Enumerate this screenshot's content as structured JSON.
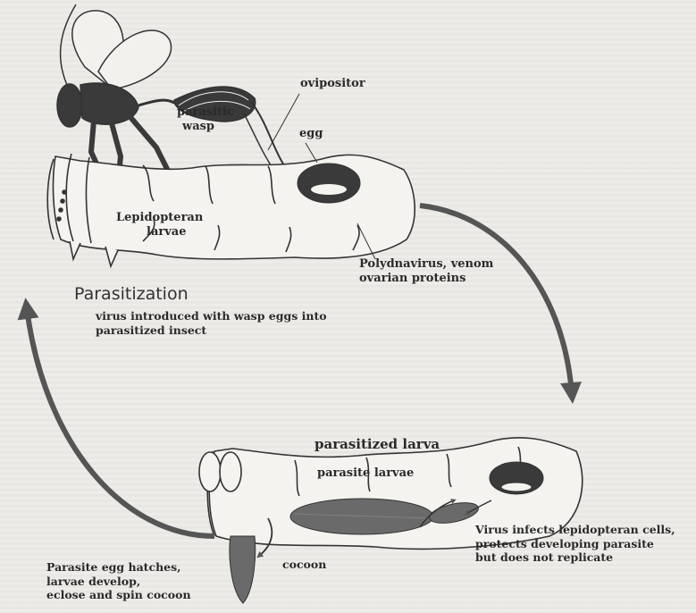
{
  "labels": {
    "ovipositor": "ovipositor",
    "egg": "egg",
    "parasitic_wasp_line1": "parasitic",
    "parasitic_wasp_line2": "wasp",
    "lepidopteran_larvae_line1": "Lepidopteran",
    "lepidopteran_larvae_line2": "larvae",
    "polydnavirus_line1": "Polydnavirus, venom",
    "polydnavirus_line2": "ovarian proteins",
    "parasitization_title": "Parasitization",
    "parasitization_desc_line1": "virus introduced with wasp eggs into",
    "parasitization_desc_line2": "parasitized insect",
    "parasitized_larva": "parasitized larva",
    "parasite_larvae": "parasite larvae",
    "virus_infects_line1": "Virus infects lepidopteran cells,",
    "virus_infects_line2": "protects  developing parasite",
    "virus_infects_line3": "but does not replicate",
    "cocoon": "cocoon",
    "egg_hatches_line1": "Parasite egg hatches,",
    "egg_hatches_line2": "larvae develop,",
    "egg_hatches_line3": "eclose and spin cocoon"
  },
  "colors": {
    "ink": "#2a2a2a",
    "dark_fill": "#3a3a3a",
    "mid_fill": "#6a6a6a",
    "arrow": "#555555",
    "paper": "#eceae6"
  }
}
